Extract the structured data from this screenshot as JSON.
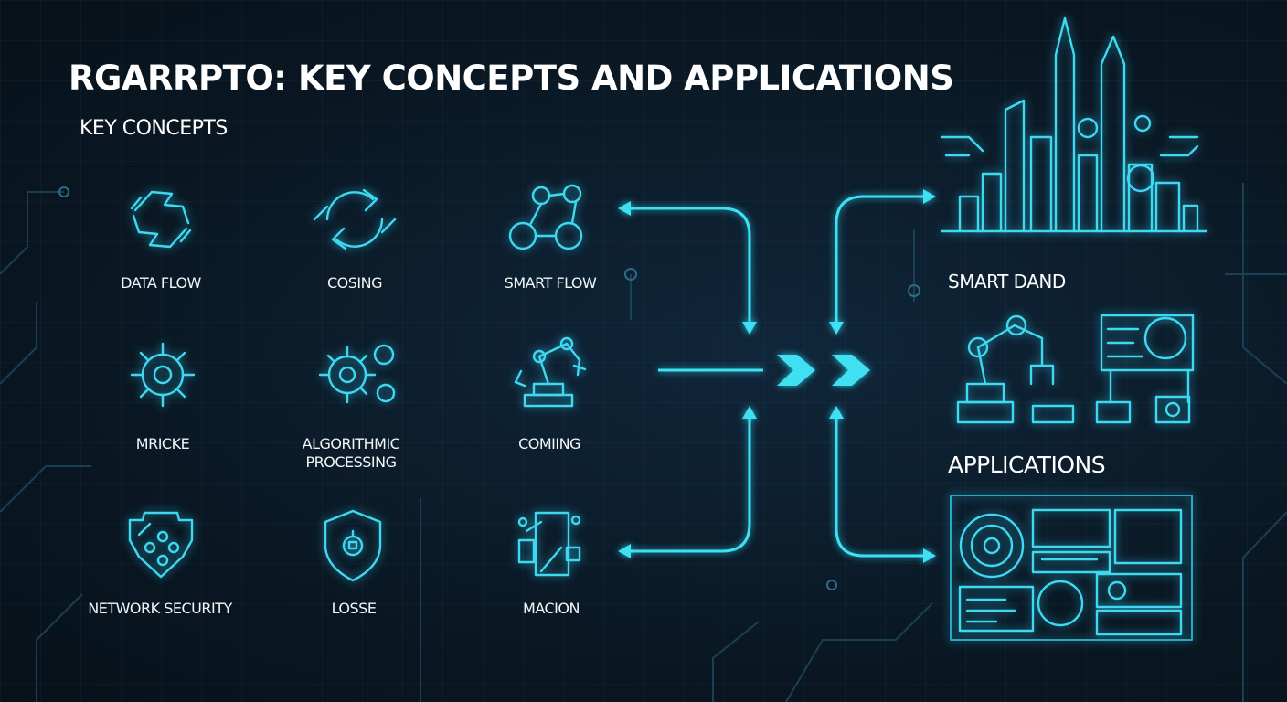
{
  "title": "RGARRPTO: KEY CONCEPTS AND APPLICATIONS",
  "key_concepts_heading": "KEY CONCEPTS",
  "concepts": [
    {
      "label": "DATA FLOW",
      "icon": "recycle-arrows-icon"
    },
    {
      "label": "COSING",
      "icon": "cycle-arrows-icon"
    },
    {
      "label": "SMART FLOW",
      "icon": "connected-nodes-icon"
    },
    {
      "label": "MRICKE",
      "icon": "gear-icon"
    },
    {
      "label": "ALGORITHMIC PROCESSING",
      "icon": "gears-icon"
    },
    {
      "label": "COMIING",
      "icon": "robot-arm-icon"
    },
    {
      "label": "NETWORK SECURITY",
      "icon": "network-shield-icon"
    },
    {
      "label": "LOSSE",
      "icon": "shield-lock-icon"
    },
    {
      "label": "MACION",
      "icon": "circuit-document-icon"
    }
  ],
  "applications": {
    "smart_label": "SMART DAND",
    "heading": "APPLICATIONS"
  },
  "colors": {
    "accent": "#3fd8ef",
    "background": "#0a1824",
    "text": "#ffffff"
  }
}
